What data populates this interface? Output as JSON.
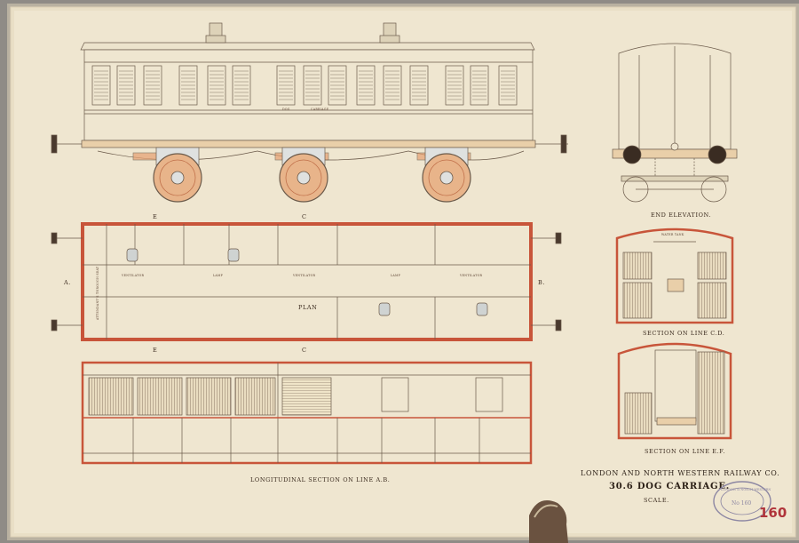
{
  "drawing": {
    "carriage_side_labels": {
      "left": "DOG",
      "right": "CARRIAGE"
    },
    "section_markers": {
      "e_top": "E",
      "c_top": "C",
      "e_bottom": "E",
      "c_bottom": "C",
      "a": "A.",
      "b": "B."
    },
    "plan_label": "PLAN",
    "plan_notes": [
      "VENTILATOR",
      "LAMP",
      "VENTILATOR",
      "LAMP",
      "VENTILATOR"
    ],
    "plan_side_note": "ATTENDANT'S THROUGH SEAT",
    "water_tank_label": "WATER TANK",
    "captions": {
      "end_elevation": "END ELEVATION.",
      "section_cd": "SECTION ON LINE C.D.",
      "section_ef": "SECTION ON LINE E.F.",
      "longitudinal": "LONGITUDINAL SECTION ON LINE A.B."
    },
    "title_block": {
      "company": "LONDON AND NORTH WESTERN RAILWAY CO.",
      "subject": "30.6 DOG CARRIAGE.",
      "scale": "SCALE."
    },
    "stamp": {
      "text": "LONDON & NORTH WESTERN",
      "number": "No 160"
    },
    "sheet_number": "160"
  },
  "colors": {
    "paper": "#efe6d0",
    "ink": "#6b5a4a",
    "red": "#c8553a",
    "orange": "#e6a071",
    "number": "#b0343a",
    "stamp": "#8d87a3"
  }
}
